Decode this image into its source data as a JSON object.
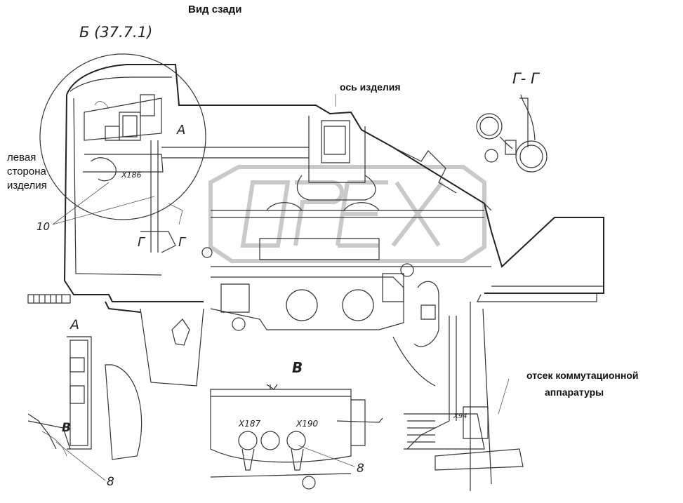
{
  "title": "Вид сзади",
  "view_labels": {
    "view_b": "Б (37.7.1)",
    "section_gg": "Г- Г",
    "view_a": "А",
    "view_v": "В",
    "mark_a_main": "А",
    "mark_g_left": "Г",
    "mark_g_right": "Г",
    "mark_v_small": "В"
  },
  "callouts": {
    "axis": "ось изделия",
    "left_side_line1": "левая",
    "left_side_line2": "сторона",
    "left_side_line3": "изделия",
    "compartment_line1": "отсек коммутационной",
    "compartment_line2": "аппаратуры"
  },
  "connectors": {
    "x186": "X186",
    "x187": "X187",
    "x190": "X190",
    "x94": "X94"
  },
  "item_numbers": {
    "item_10": "10",
    "item_8_left": "8",
    "item_8_right": "8"
  },
  "watermark": "OPEX"
}
